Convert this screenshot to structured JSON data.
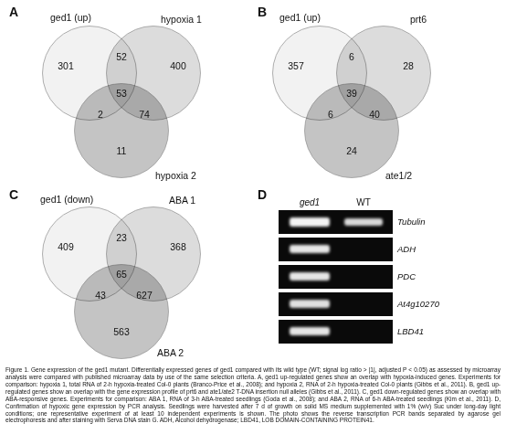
{
  "diagram": {
    "caption": "Figure 1. Gene expression of the ged1 mutant. Differentially expressed genes of ged1 compared with its wild type (WT; signal log ratio > |1|, adjusted P < 0.05) as assessed by microarray analysis were compared with published microarray data by use of the same selection criteria. A, ged1 up-regulated genes show an overlap with hypoxia-induced genes. Experiments for comparison: hypoxia 1, total RNA of 2-h hypoxia-treated Col-0 plants (Branco-Price et al., 2008); and hypoxia 2, RNA of 2-h hypoxia-treated Col-0 plants (Gibbs et al., 2011). B, ged1 up-regulated genes show an overlap with the gene expression profile of prt6 and ate1/ate2 T-DNA insertion null alleles (Gibbs et al., 2011). C, ged1 down-regulated genes show an overlap with ABA-responsive genes. Experiments for comparison: ABA 1, RNA of 3-h ABA-treated seedlings (Goda et al., 2008); and ABA 2, RNA of 6-h ABA-treated seedlings (Kim et al., 2011). D, Confirmation of hypoxic gene expression by PCR analysis. Seedlings were harvested after 7 d of growth on solid MS medium supplemented with 1% (w/v) Suc under long-day light conditions; one representative experiment of at least 10 independent experiments is shown. The photo shows the reverse transcription PCR bands separated by agarose gel electrophoresis and after staining with Serva DNA stain G. ADH, Alcohol dehydrogenase; LBD41, LOB DOMAIN-CONTAINING PROTEIN41.",
    "nodes": [
      {
        "text": [
          "ged1 (up)"
        ]
      },
      {
        "text": [
          "hypoxia 1"
        ]
      },
      {
        "text": [
          "hypoxia 2"
        ]
      },
      {
        "text": [
          "ged1 (up)"
        ]
      },
      {
        "text": [
          "prt6"
        ]
      },
      {
        "text": [
          "ate1/2"
        ]
      },
      {
        "text": [
          "ged1 (down)"
        ]
      },
      {
        "text": [
          "ABA 1"
        ]
      },
      {
        "text": [
          "ABA 2"
        ]
      }
    ],
    "labels": [
      "A",
      "301",
      "52",
      "400",
      "53",
      "2",
      "74",
      "11",
      "B",
      "357",
      "6",
      "28",
      "39",
      "6",
      "40",
      "24",
      "C",
      "409",
      "23",
      "368",
      "65",
      "43",
      "627",
      "563",
      "D",
      "ged1",
      "WT",
      "Tubulin",
      "ADH",
      "PDC",
      "At4g10270",
      "LBD41"
    ]
  }
}
